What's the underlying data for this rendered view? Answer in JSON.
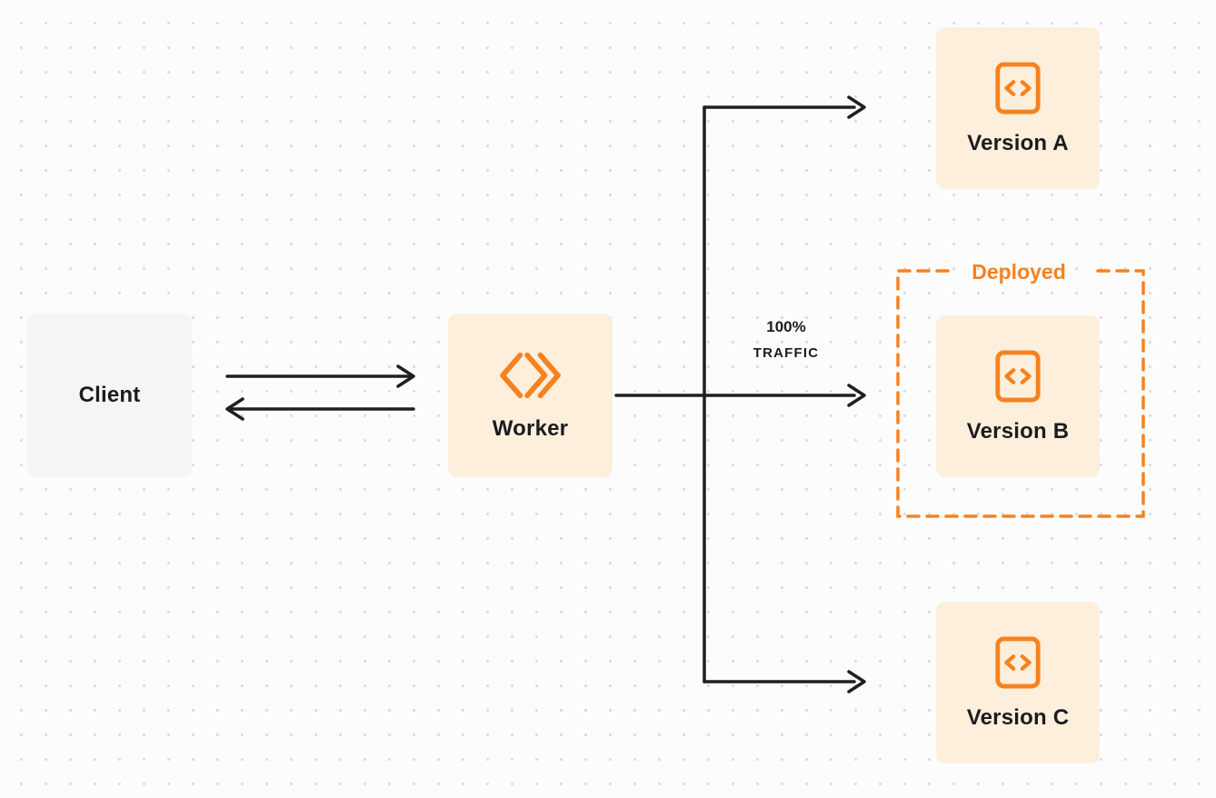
{
  "diagram": {
    "client": {
      "label": "Client"
    },
    "worker": {
      "label": "Worker"
    },
    "versions": [
      {
        "id": "version-a",
        "label": "Version A",
        "deployed": false
      },
      {
        "id": "version-b",
        "label": "Version B",
        "deployed": true
      },
      {
        "id": "version-c",
        "label": "Version C",
        "deployed": false
      }
    ],
    "deployed_badge": "Deployed",
    "traffic": {
      "percent": "100%",
      "word": "TRAFFIC"
    },
    "colors": {
      "accent_orange": "#F6821F",
      "node_fill_orange": "#FDEFDC",
      "node_fill_gray": "#F5F5F7",
      "arrow": "#1F1F1F",
      "dot_grid": "#DCDCE1"
    }
  }
}
